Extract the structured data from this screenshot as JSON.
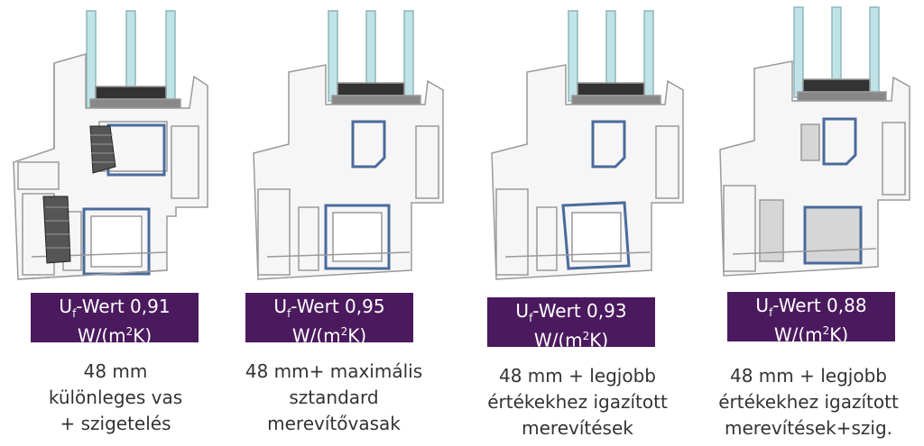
{
  "panels": [
    {
      "badge": {
        "u": "U",
        "sub": "f",
        "rest": "-Wert 0,91",
        "line2_pre": "W/(m",
        "sup": "2",
        "line2_post": "K)"
      },
      "caption": [
        "48 mm",
        "különleges vas",
        "+ szigetelés"
      ],
      "fill_style": "hatched"
    },
    {
      "badge": {
        "u": "U",
        "sub": "f",
        "rest": "-Wert 0,95",
        "line2_pre": "W/(m",
        "sup": "2",
        "line2_post": "K)"
      },
      "caption": [
        "48 mm+ maximális",
        "sztandard",
        "merevítővasak"
      ],
      "fill_style": "none"
    },
    {
      "badge": {
        "u": "U",
        "sub": "f",
        "rest": "-Wert 0,93",
        "line2_pre": "W/(m",
        "sup": "2",
        "line2_post": "K)"
      },
      "caption": [
        "48 mm + legjobb",
        "értékekhez igazított",
        "merevítések"
      ],
      "fill_style": "none"
    },
    {
      "badge": {
        "u": "U",
        "sub": "f",
        "rest": "-Wert 0,88",
        "line2_pre": "W/(m",
        "sup": "2",
        "line2_post": "K)"
      },
      "caption": [
        "48 mm + legjobb",
        "értékekhez igazított",
        "merevítések+szig."
      ],
      "fill_style": "gray"
    }
  ],
  "colors": {
    "badge_bg": "#4b1a5e",
    "glass": "#bfe3e6",
    "steel": "#4a6a9c",
    "seal": "#1a1a1a",
    "profile_line": "#9a9a9a"
  }
}
